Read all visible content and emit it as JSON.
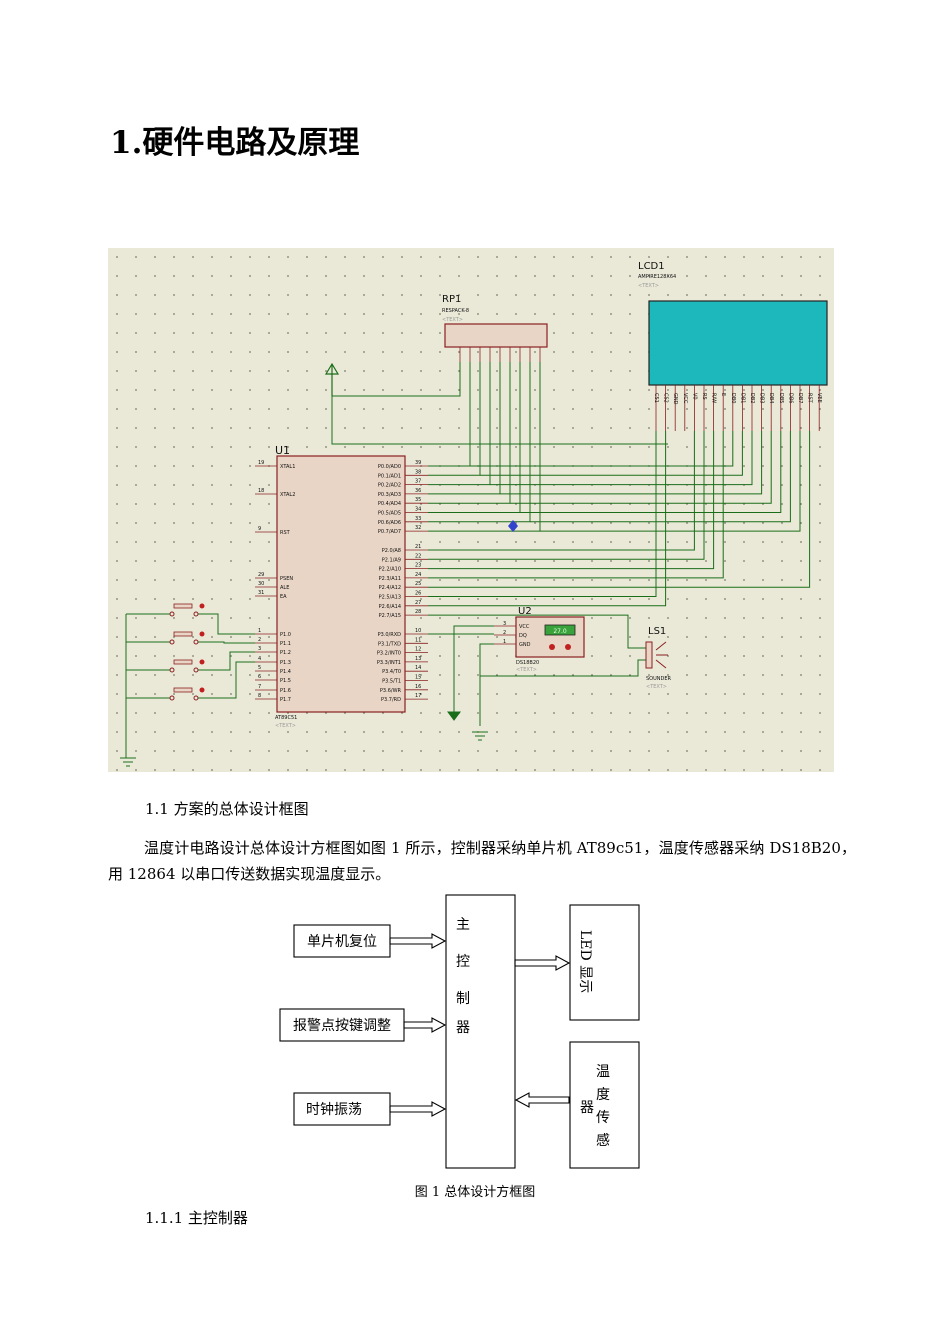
{
  "heading": "1.硬件电路及原理",
  "schematic": {
    "lcd_ref": "LCD1",
    "lcd_part": "AMPIRE128X64",
    "text_placeholder": "<TEXT>",
    "lcd_pins": [
      "CS1",
      "CS2",
      "GND",
      "VCC",
      "V0",
      "RS",
      "R/W",
      "E",
      "DB0",
      "DB1",
      "DB2",
      "DB3",
      "DB4",
      "DB5",
      "DB6",
      "DB7",
      "RST",
      "VEE"
    ],
    "rp_ref": "RP1",
    "rp_part": "RESPACK-8",
    "mcu_ref": "U1",
    "mcu_part": "AT89C51",
    "mcu_left_pins": [
      {
        "num": "19",
        "name": "XTAL1"
      },
      {
        "num": "18",
        "name": "XTAL2"
      },
      {
        "num": "9",
        "name": "RST"
      },
      {
        "num": "29",
        "name": "PSEN"
      },
      {
        "num": "30",
        "name": "ALE"
      },
      {
        "num": "31",
        "name": "EA"
      },
      {
        "num": "1",
        "name": "P1.0"
      },
      {
        "num": "2",
        "name": "P1.1"
      },
      {
        "num": "3",
        "name": "P1.2"
      },
      {
        "num": "4",
        "name": "P1.3"
      },
      {
        "num": "5",
        "name": "P1.4"
      },
      {
        "num": "6",
        "name": "P1.5"
      },
      {
        "num": "7",
        "name": "P1.6"
      },
      {
        "num": "8",
        "name": "P1.7"
      }
    ],
    "mcu_right_pins": [
      {
        "num": "39",
        "name": "P0.0/AD0"
      },
      {
        "num": "38",
        "name": "P0.1/AD1"
      },
      {
        "num": "37",
        "name": "P0.2/AD2"
      },
      {
        "num": "36",
        "name": "P0.3/AD3"
      },
      {
        "num": "35",
        "name": "P0.4/AD4"
      },
      {
        "num": "34",
        "name": "P0.5/AD5"
      },
      {
        "num": "33",
        "name": "P0.6/AD6"
      },
      {
        "num": "32",
        "name": "P0.7/AD7"
      },
      {
        "num": "21",
        "name": "P2.0/A8"
      },
      {
        "num": "22",
        "name": "P2.1/A9"
      },
      {
        "num": "23",
        "name": "P2.2/A10"
      },
      {
        "num": "24",
        "name": "P2.3/A11"
      },
      {
        "num": "25",
        "name": "P2.4/A12"
      },
      {
        "num": "26",
        "name": "P2.5/A13"
      },
      {
        "num": "27",
        "name": "P2.6/A14"
      },
      {
        "num": "28",
        "name": "P2.7/A15"
      },
      {
        "num": "10",
        "name": "P3.0/RXD"
      },
      {
        "num": "11",
        "name": "P3.1/TXD"
      },
      {
        "num": "12",
        "name": "P3.2/INT0"
      },
      {
        "num": "13",
        "name": "P3.3/INT1"
      },
      {
        "num": "14",
        "name": "P3.4/T0"
      },
      {
        "num": "15",
        "name": "P3.5/T1"
      },
      {
        "num": "16",
        "name": "P3.6/WR"
      },
      {
        "num": "17",
        "name": "P3.7/RD"
      }
    ],
    "sensor_ref": "U2",
    "sensor_part": "DS18B20",
    "sensor_pins": [
      {
        "num": "3",
        "name": "VCC"
      },
      {
        "num": "2",
        "name": "DQ"
      },
      {
        "num": "1",
        "name": "GND"
      }
    ],
    "sensor_reading": "27.0",
    "buzzer_ref": "LS1",
    "buzzer_part": "SOUNDER"
  },
  "section_1_1": "1.1 方案的总体设计框图",
  "paragraph": "温度计电路设计总体设计方框图如图 1 所示，控制器采纳单片机 AT89c51，温度传感器采纳 DS18B20，用 12864 以串口传送数据实现温度显示。",
  "diagram": {
    "reset": "单片机复位",
    "alarm": "报警点按键调整",
    "clock": "时钟振荡",
    "main": [
      "主",
      "控",
      "制",
      "器"
    ],
    "led": "LED 显示",
    "sensor_col1": "器",
    "sensor_col2": [
      "温",
      "度",
      "传",
      "感"
    ]
  },
  "caption": "图 1    总体设计方框图",
  "section_1_1_1": "1.1.1 主控制器"
}
